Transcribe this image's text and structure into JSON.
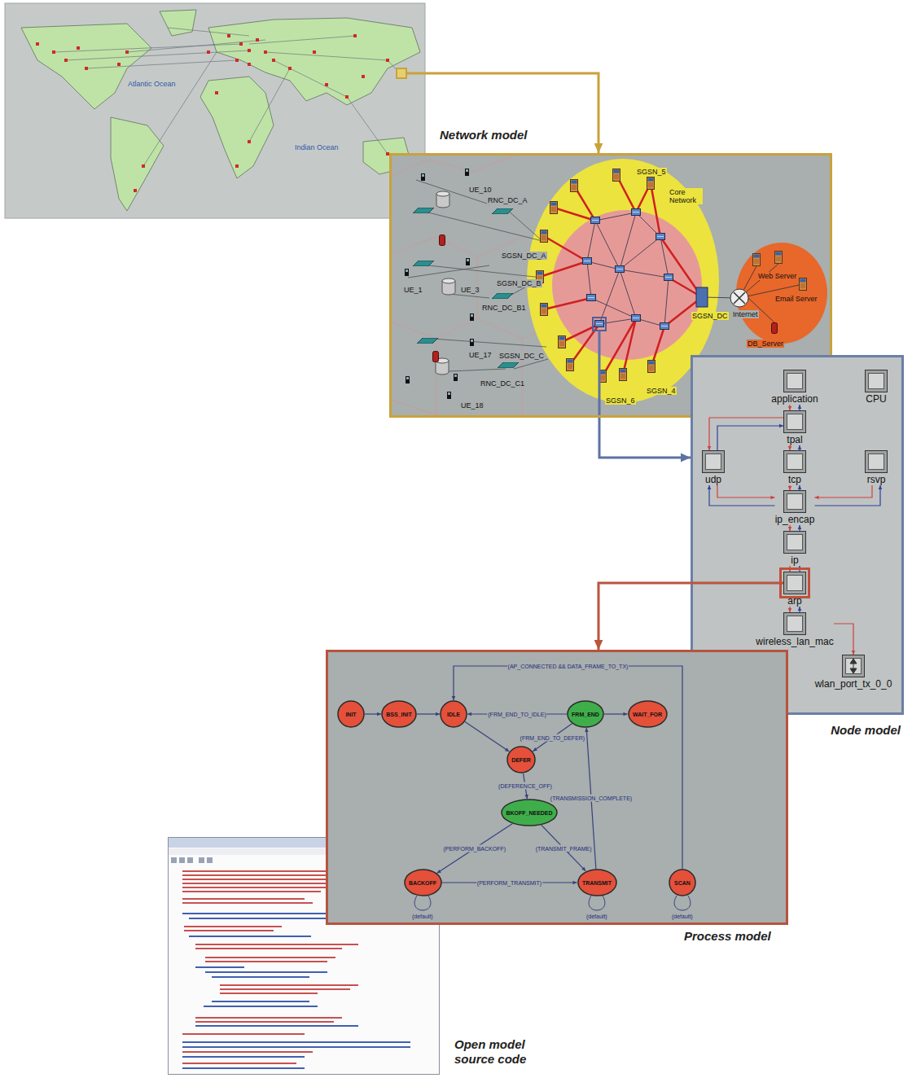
{
  "diagram": {
    "nodes": [
      {
        "text": [
          "Atlantic Ocean",
          "Indian Ocean"
        ]
      },
      {
        "text": [
          "Network model"
        ]
      },
      {
        "text": [
          "Node model"
        ]
      },
      {
        "text": [
          "Process model"
        ]
      },
      {
        "text": [
          "Open model source code"
        ]
      },
      {
        "text": [
          "application"
        ],
        "in": 2
      },
      {
        "text": [
          "CPU"
        ],
        "in": 2
      },
      {
        "text": [
          "tpal"
        ],
        "in": 2
      },
      {
        "text": [
          "udp"
        ],
        "in": 2
      },
      {
        "text": [
          "tcp"
        ],
        "in": 2
      },
      {
        "text": [
          "rsvp"
        ],
        "in": 2
      },
      {
        "text": [
          "ip_encap"
        ],
        "in": 2
      },
      {
        "text": [
          "ip"
        ],
        "in": 2
      },
      {
        "text": [
          "arp"
        ],
        "in": 2
      },
      {
        "text": [
          "wireless_lan_mac"
        ],
        "in": 2
      },
      {
        "text": [
          "wlan_port_tx_0_0"
        ],
        "in": 2
      },
      {
        "text": [
          "INIT"
        ],
        "in": 3
      },
      {
        "text": [
          "BSS_INIT"
        ],
        "in": 3
      },
      {
        "text": [
          "IDLE"
        ],
        "in": 3
      },
      {
        "text": [
          "FRM_END"
        ],
        "in": 3
      },
      {
        "text": [
          "WAIT_FOR"
        ],
        "in": 3
      },
      {
        "text": [
          "DEFER"
        ],
        "in": 3
      },
      {
        "text": [
          "BKOFF_NEEDED"
        ],
        "in": 3
      },
      {
        "text": [
          "BACKOFF"
        ],
        "in": 3
      },
      {
        "text": [
          "TRANSMIT"
        ],
        "in": 3
      },
      {
        "text": [
          "SCAN"
        ],
        "in": 3
      }
    ],
    "edges": [
      {
        "from": 0,
        "to": 1,
        "arrow": "to"
      },
      {
        "from": 1,
        "to": 2,
        "arrow": "to"
      },
      {
        "from": 13,
        "to": 3,
        "arrow": "to"
      },
      {
        "from": 5,
        "to": 7,
        "arrow": "to"
      },
      {
        "from": 7,
        "to": 5,
        "arrow": "to"
      },
      {
        "from": 7,
        "to": 9,
        "arrow": "to"
      },
      {
        "from": 9,
        "to": 7,
        "arrow": "to"
      },
      {
        "from": 7,
        "to": 8,
        "arrow": "to"
      },
      {
        "from": 8,
        "to": 7,
        "arrow": "to"
      },
      {
        "from": 9,
        "to": 11,
        "arrow": "to"
      },
      {
        "from": 11,
        "to": 9,
        "arrow": "to"
      },
      {
        "from": 8,
        "to": 11,
        "arrow": "to"
      },
      {
        "from": 11,
        "to": 8,
        "arrow": "to"
      },
      {
        "from": 10,
        "to": 11,
        "arrow": "to"
      },
      {
        "from": 11,
        "to": 10,
        "arrow": "to"
      },
      {
        "from": 11,
        "to": 12,
        "arrow": "to"
      },
      {
        "from": 12,
        "to": 11,
        "arrow": "to"
      },
      {
        "from": 12,
        "to": 13,
        "arrow": "to"
      },
      {
        "from": 13,
        "to": 12,
        "arrow": "to"
      },
      {
        "from": 13,
        "to": 14,
        "arrow": "to"
      },
      {
        "from": 14,
        "to": 13,
        "arrow": "to"
      },
      {
        "from": 14,
        "to": 15,
        "arrow": "to"
      },
      {
        "from": 16,
        "to": 17,
        "arrow": "to"
      },
      {
        "from": 17,
        "to": 18,
        "arrow": "to"
      },
      {
        "from": 19,
        "to": 18,
        "arrow": "to",
        "label": "(FRM_END_TO_IDLE)"
      },
      {
        "from": 18,
        "to": 21,
        "arrow": "to"
      },
      {
        "from": 19,
        "to": 21,
        "arrow": "to",
        "label": "(FRM_END_TO_DEFER)"
      },
      {
        "from": 21,
        "to": 22,
        "arrow": "to",
        "label": "(DEFERENCE_OFF)"
      },
      {
        "from": 22,
        "to": 23,
        "arrow": "to",
        "label": "(PERFORM_BACKOFF)"
      },
      {
        "from": 22,
        "to": 24,
        "arrow": "to",
        "label": "(TRANSMIT_FRAME)"
      },
      {
        "from": 23,
        "to": 24,
        "arrow": "to",
        "label": "(PERFORM_TRANSMIT)"
      },
      {
        "from": 24,
        "to": 19,
        "arrow": "to",
        "label": "(TRANSMISSION_COMPLETE)"
      },
      {
        "from": 19,
        "to": 20,
        "arrow": "to"
      },
      {
        "from": 25,
        "to": 18,
        "arrow": "to",
        "label": "(AP_CONNECTED && DATA_FRAME_TO_TX)"
      }
    ],
    "labels": [
      "SGSN_5",
      "Core Network",
      "UE_10",
      "RNC_DC_A",
      "SGSN_DC_A",
      "SGSN_DC_B",
      "Web Server",
      "Email Server",
      "UE_1",
      "UE_3",
      "RNC_DC_B1",
      "SGSN_DC",
      "Internet",
      "DB_Server",
      "SGSN_DC_C",
      "UE_17",
      "RNC_DC_C1",
      "SGSN_4",
      "SGSN_6",
      "UE_18",
      "(default)",
      "(default)",
      "(default)"
    ]
  }
}
